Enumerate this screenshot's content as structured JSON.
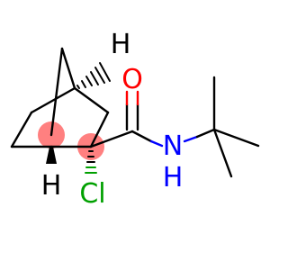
{
  "molecule": {
    "atoms": {
      "oxygen": "O",
      "nitrogen": "N",
      "nitrogen_h": "H",
      "chlorine": "Cl",
      "bridgehead_h_top": "H",
      "bridgehead_h_bottom": "H"
    },
    "colors": {
      "bond": "#000000",
      "oxygen": "#ff0000",
      "nitrogen": "#0000ff",
      "chlorine": "#00a000",
      "hydrogen": "#000000",
      "stereo_highlight": "#ff8080"
    }
  }
}
